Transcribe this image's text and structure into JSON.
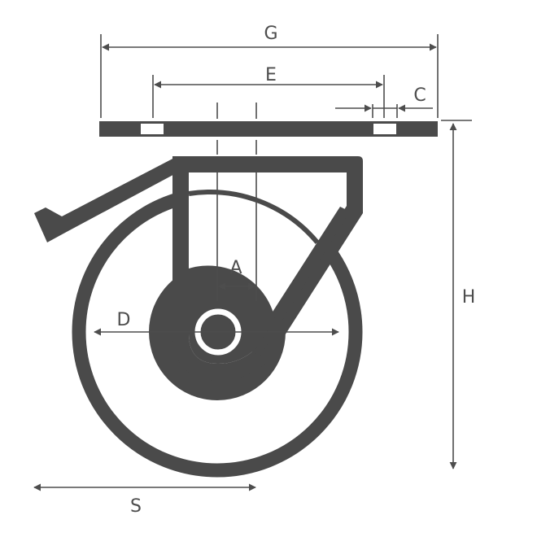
{
  "colors": {
    "body": "#4a4a4a",
    "line": "#4d4d4d",
    "background": "#ffffff"
  },
  "labels": {
    "G": "G",
    "E": "E",
    "C": "C",
    "H": "H",
    "A": "A",
    "D": "D",
    "S": "S"
  }
}
